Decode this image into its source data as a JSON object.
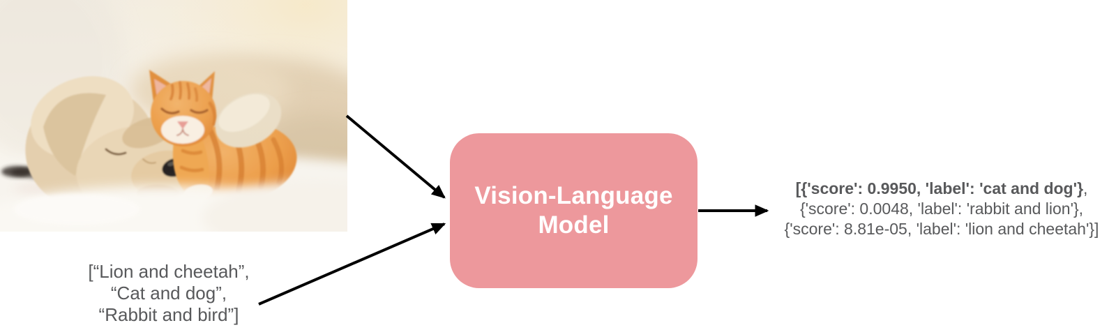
{
  "colors": {
    "model_box_fill": "#ED989C",
    "model_text": "#FFFFFF",
    "body_text_gray": "#58595B",
    "arrow_black": "#000000",
    "photo_palette": {
      "background_cream": "#F5F0E8",
      "warm_glow": "#F7E9C9",
      "puppy_fur": "#E7D4B4",
      "puppy_nose": "#262220",
      "kitten_fur": "#EC9E4A",
      "kitten_stripe": "#D07428",
      "blanket_white": "#FAF8F3"
    }
  },
  "photo": {
    "description": "Sleeping cream puppy cuddling with a ginger tabby kitten on a white fluffy blanket"
  },
  "model": {
    "label": "Vision-Language\nModel"
  },
  "input_prompts": {
    "lines": [
      "[“Lion and cheetah”,",
      "“Cat and dog”,",
      "“Rabbit and bird”]"
    ]
  },
  "output": {
    "line1_bold": "[{'score': 0.9950, 'label': 'cat and dog'}",
    "line1_tail": ",",
    "line2": "{'score': 0.0048, 'label': 'rabbit and lion'},",
    "line3": "{'score': 8.81e-05, 'label': 'lion and cheetah'}]"
  }
}
